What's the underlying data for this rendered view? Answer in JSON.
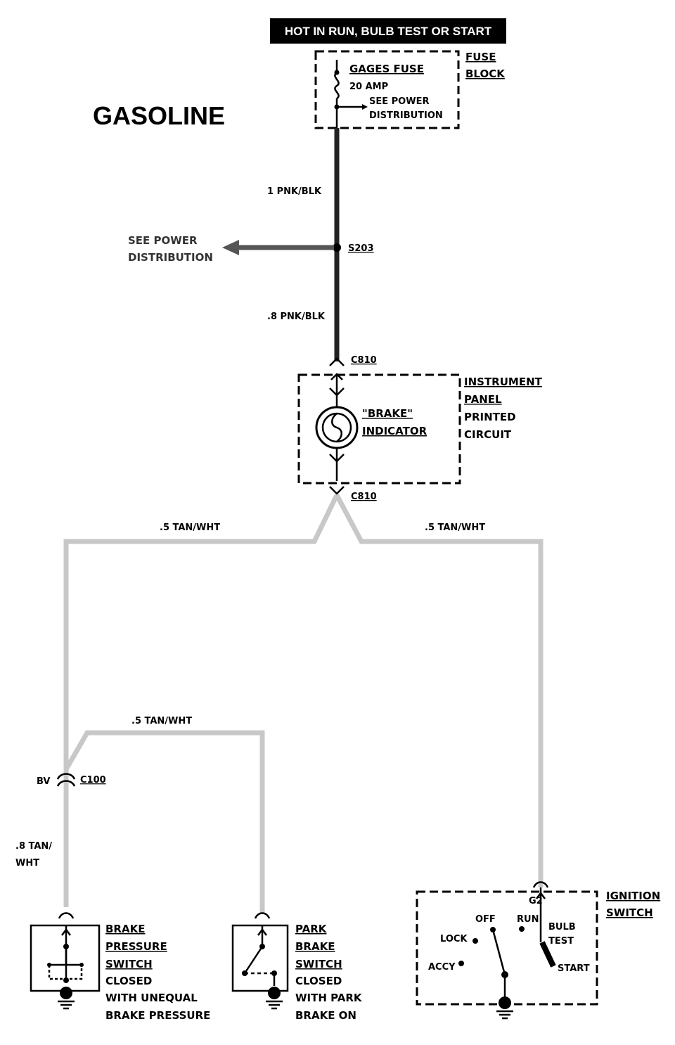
{
  "banner": "HOT IN RUN,   BULB TEST OR START",
  "title": "GASOLINE",
  "fuse_block": {
    "label_1": "FUSE",
    "label_2": "BLOCK",
    "fuse_name": "GAGES FUSE",
    "fuse_rating": "20 AMP",
    "ref_1": "SEE POWER",
    "ref_2": "DISTRIBUTION"
  },
  "wires": {
    "w1": "1 PNK/BLK",
    "w2": ".8 PNK/BLK",
    "w3": ".5 TAN/WHT",
    "w4": ".5 TAN/WHT",
    "w5": ".5 TAN/WHT",
    "w6_1": ".8 TAN/",
    "w6_2": "WHT"
  },
  "splice": "S203",
  "power_ref_1": "SEE POWER",
  "power_ref_2": "DISTRIBUTION",
  "connectors": {
    "c810_top": "C810",
    "c810_bottom": "C810",
    "c100": "C100",
    "bv": "BV",
    "g2": "G2"
  },
  "instrument_panel": {
    "l1": "INSTRUMENT",
    "l2": "PANEL",
    "l3": "PRINTED",
    "l4": "CIRCUIT",
    "indicator_1": "\"BRAKE\"",
    "indicator_2": "INDICATOR"
  },
  "brake_pressure_switch": {
    "l1": "BRAKE",
    "l2": "PRESSURE",
    "l3": "SWITCH",
    "l4": "CLOSED",
    "l5": "WITH UNEQUAL",
    "l6": "BRAKE PRESSURE"
  },
  "park_brake_switch": {
    "l1": "PARK",
    "l2": "BRAKE",
    "l3": "SWITCH",
    "l4": "CLOSED",
    "l5": "WITH PARK",
    "l6": "BRAKE ON"
  },
  "ignition_switch": {
    "l1": "IGNITION",
    "l2": "SWITCH",
    "off": "OFF",
    "run": "RUN",
    "lock": "LOCK",
    "accy": "ACCY",
    "bulb": "BULB",
    "test": "TEST",
    "start": "START"
  },
  "colors": {
    "wire_dark": "#222222",
    "wire_light": "#c8c8c8",
    "banner_bg": "#000000"
  }
}
